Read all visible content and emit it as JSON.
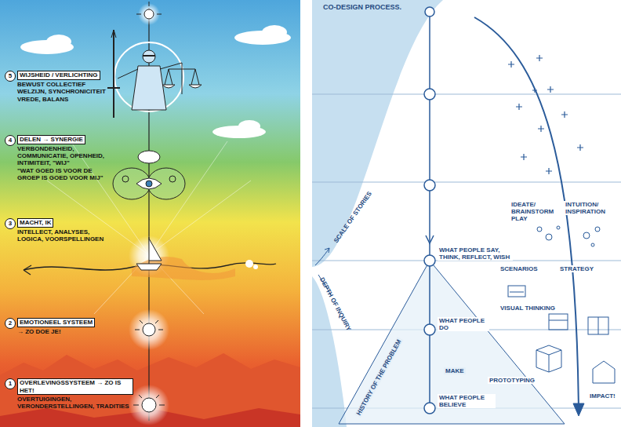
{
  "diagram": {
    "title": "CO-DESIGN PROCESS.",
    "labels": [
      "5",
      "WIJSHEID / VERLICHTING",
      "BEWUST COLLECTIEF WELZIJN, SYNCHRONICITEIT",
      "VREDE, BALANS",
      "4",
      "DELEN → SYNERGIE",
      "VERBONDENHEID, COMMUNICATIE, OPENHEID, INTIMITEIT, \"WIJ\"",
      "\"WAT GOED IS VOOR DE GROEP IS GOED VOOR MIJ\"",
      "3",
      "MACHT, IK",
      "INTELLECT, ANALYSES, LOGICA, VOORSPELLINGEN",
      "2",
      "EMOTIONEEL SYSTEEM",
      "→ ZO DOE JE!",
      "1",
      "OVERLEVINGSSYSTEEM → ZO IS HET!",
      "OVERTUIGINGEN, VERONDERSTELLINGEN, TRADITIES",
      "SCALE OF STORIES",
      "DEPTH OF INQUIRY",
      "WHAT PEOPLE SAY, THINK, REFLECT, WISH",
      "WHAT PEOPLE DO",
      "MAKE",
      "WHAT PEOPLE BELIEVE",
      "HISTORY OF THE PROBLEM",
      "IDEATE/ BRAINSTORM PLAY",
      "INTUITION/ INSPIRATION",
      "SCENARIOS",
      "STRATEGY",
      "VISUAL THINKING",
      "PROTOTYPING",
      "IMPACT!"
    ]
  }
}
